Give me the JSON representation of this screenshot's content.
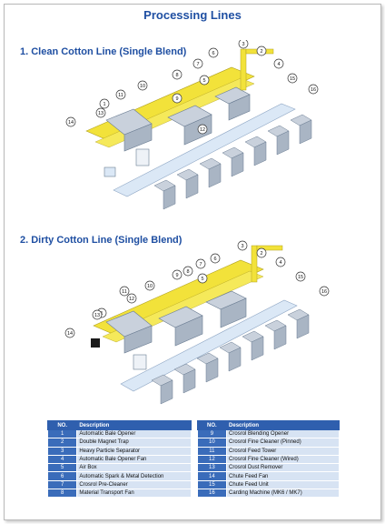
{
  "page_title": "Processing Lines",
  "section1_title": "1. Clean Cotton Line (Single Blend)",
  "section2_title": "2. Dirty Cotton Line (Single Blend)",
  "clean_line_callouts": [
    "1",
    "2",
    "3",
    "4",
    "5",
    "6",
    "7",
    "8",
    "9",
    "10",
    "11",
    "12",
    "13",
    "14",
    "15",
    "16"
  ],
  "dirty_line_callouts": [
    "1",
    "2",
    "3",
    "4",
    "5",
    "6",
    "7",
    "8",
    "9",
    "10",
    "11",
    "12",
    "13",
    "14",
    "15",
    "16"
  ],
  "legend": {
    "header_no": "NO.",
    "header_desc": "Description",
    "rows": [
      {
        "no_left": "1",
        "desc_left": "Automatic Bale Opener",
        "no_right": "9",
        "desc_right": "Crosrol Blending Opener"
      },
      {
        "no_left": "2",
        "desc_left": "Double Magnet Trap",
        "no_right": "10",
        "desc_right": "Crosrol Fine Cleaner (Pinned)"
      },
      {
        "no_left": "3",
        "desc_left": "Heavy Particle Separator",
        "no_right": "11",
        "desc_right": "Crosrol Feed Tower"
      },
      {
        "no_left": "4",
        "desc_left": "Automatic Bale Opener Fan",
        "no_right": "12",
        "desc_right": "Crosrol Fine Cleaner (Wired)"
      },
      {
        "no_left": "5",
        "desc_left": "Air Box",
        "no_right": "13",
        "desc_right": "Crosrol Dust Remover"
      },
      {
        "no_left": "6",
        "desc_left": "Automatic Spark & Metal Detection",
        "no_right": "14",
        "desc_right": "Chute Feed Fan"
      },
      {
        "no_left": "7",
        "desc_left": "Crosrol Pre-Cleaner",
        "no_right": "15",
        "desc_right": "Chute Feed Unit"
      },
      {
        "no_left": "8",
        "desc_left": "Material Transport Fan",
        "no_right": "16",
        "desc_right": "Carding Machine (MK6 / MK7)"
      }
    ]
  },
  "colors": {
    "title_blue": "#1f4fa2",
    "rail_yellow": "#f2e23a",
    "duct_blue": "#dbe8f6",
    "machine_grey": "#c9d1dc",
    "header_blue": "#2f5fae",
    "row_blue": "#d7e3f3"
  }
}
